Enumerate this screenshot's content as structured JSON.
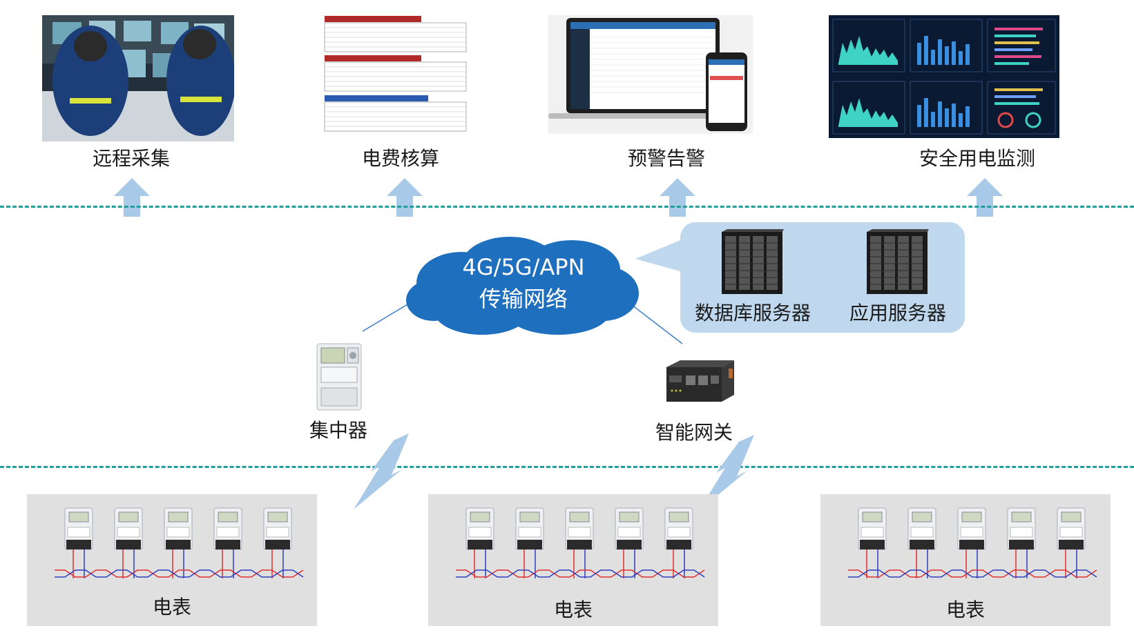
{
  "top_labels": [
    "远程采集",
    "电费核算",
    "预警告警",
    "安全用电监测"
  ],
  "cloud": {
    "line1": "4G/5G/APN",
    "line2": "传输网络"
  },
  "servers": {
    "db": "数据库服务器",
    "app": "应用服务器"
  },
  "devices": {
    "concentrator": "集中器",
    "gateway": "智能网关"
  },
  "meter_groups": [
    "电表",
    "电表",
    "电表"
  ],
  "colors": {
    "dash": "#1f9e9a",
    "arrow": "#a9c9e8",
    "cloud": "#1f6fbf",
    "server_panel": "#bfd8ee",
    "panel": "#e0e0e0",
    "wire_red": "#e03030",
    "wire_blue": "#2f3fbf"
  }
}
